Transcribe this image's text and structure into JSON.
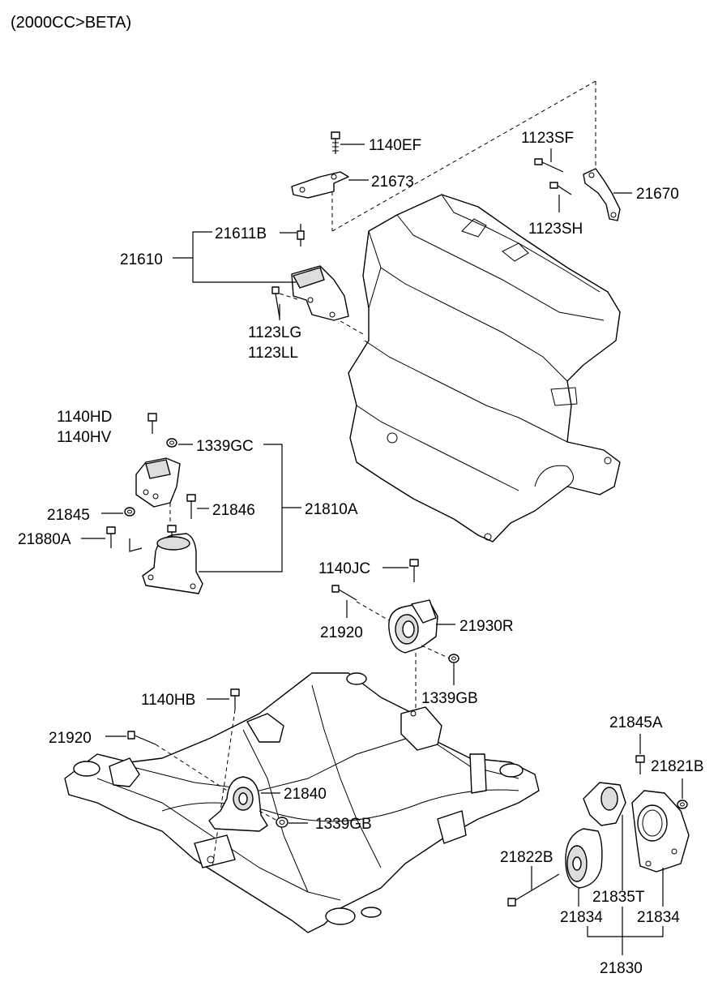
{
  "header": {
    "title": "(2000CC>BETA)"
  },
  "labels": {
    "l1140EF": "1140EF",
    "l21673": "21673",
    "l1123SF": "1123SF",
    "l21670": "21670",
    "l1123SH": "1123SH",
    "l21611B": "21611B",
    "l21610": "21610",
    "l1123LG": "1123LG",
    "l1123LL": "1123LL",
    "l1140HD": "1140HD",
    "l1140HV": "1140HV",
    "l1339GC": "1339GC",
    "l21845": "21845",
    "l21846": "21846",
    "l21810A": "21810A",
    "l21880A": "21880A",
    "l1140JC": "1140JC",
    "l21920a": "21920",
    "l21930R": "21930R",
    "l1339GBa": "1339GB",
    "l1140HB": "1140HB",
    "l21920b": "21920",
    "l21840": "21840",
    "l1339GBb": "1339GB",
    "l21845A": "21845A",
    "l21821B": "21821B",
    "l21822B": "21822B",
    "l21835T": "21835T",
    "l21834a": "21834",
    "l21834b": "21834",
    "l21830": "21830"
  },
  "icons": [
    "engine-block-icon",
    "subframe-icon",
    "mount-bracket-icon",
    "bolt-icon",
    "nut-icon",
    "bushing-icon"
  ]
}
